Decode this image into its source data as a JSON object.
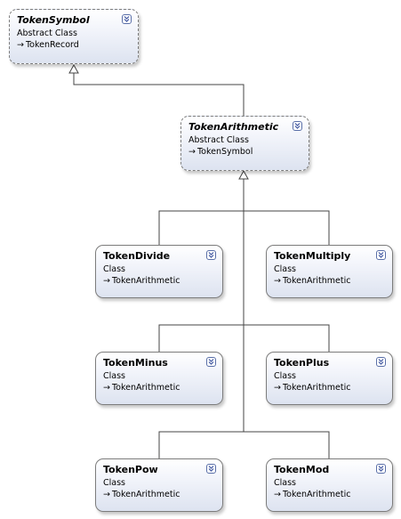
{
  "colors": {
    "connector": "#444444",
    "shape_border": "#7c7c7c",
    "collapse_button": "#5a6fa8"
  },
  "shapes": [
    {
      "id": "token-symbol",
      "title": "TokenSymbol",
      "kind": "Abstract Class",
      "base": "TokenRecord",
      "abstract": true
    },
    {
      "id": "token-arithmetic",
      "title": "TokenArithmetic",
      "kind": "Abstract Class",
      "base": "TokenSymbol",
      "abstract": true
    },
    {
      "id": "token-divide",
      "title": "TokenDivide",
      "kind": "Class",
      "base": "TokenArithmetic",
      "abstract": false
    },
    {
      "id": "token-multiply",
      "title": "TokenMultiply",
      "kind": "Class",
      "base": "TokenArithmetic",
      "abstract": false
    },
    {
      "id": "token-minus",
      "title": "TokenMinus",
      "kind": "Class",
      "base": "TokenArithmetic",
      "abstract": false
    },
    {
      "id": "token-plus",
      "title": "TokenPlus",
      "kind": "Class",
      "base": "TokenArithmetic",
      "abstract": false
    },
    {
      "id": "token-pow",
      "title": "TokenPow",
      "kind": "Class",
      "base": "TokenArithmetic",
      "abstract": false
    },
    {
      "id": "token-mod",
      "title": "TokenMod",
      "kind": "Class",
      "base": "TokenArithmetic",
      "abstract": false
    }
  ],
  "inheritance": [
    {
      "child": "token-arithmetic",
      "parent": "token-symbol"
    },
    {
      "child": "token-divide",
      "parent": "token-arithmetic"
    },
    {
      "child": "token-multiply",
      "parent": "token-arithmetic"
    },
    {
      "child": "token-minus",
      "parent": "token-arithmetic"
    },
    {
      "child": "token-plus",
      "parent": "token-arithmetic"
    },
    {
      "child": "token-pow",
      "parent": "token-arithmetic"
    },
    {
      "child": "token-mod",
      "parent": "token-arithmetic"
    }
  ]
}
